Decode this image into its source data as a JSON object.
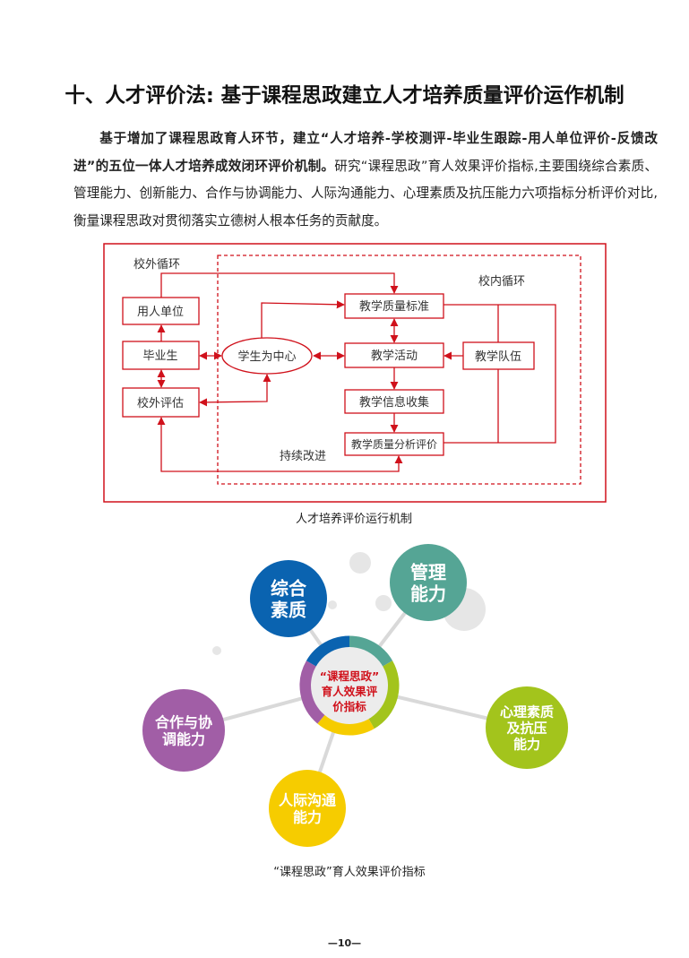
{
  "title": "十、人才评价法: 基于课程思政建立人才培养质量评价运作机制",
  "paragraph": {
    "bold": "基于增加了课程思政育人环节，建立“人才培养-学校测评-毕业生跟踪-用人单位评价-反馈改进”的五位一体人才培养成效闭环评价机制。",
    "normal": "研究“课程思政”育人效果评价指标,主要围绕综合素质、管理能力、创新能力、合作与协调能力、人际沟通能力、心理素质及抗压能力六项指标分析评价对比,衡量课程思政对贯彻落实立德树人根本任务的贡献度。"
  },
  "diagram1": {
    "outer_label": "校外循环",
    "inner_label": "校内循环",
    "improve_label": "持续改进",
    "employer": "用人单位",
    "graduate": "毕业生",
    "external_eval": "校外评估",
    "student_center": "学生为中心",
    "quality_standard": "教学质量标准",
    "teaching_activity": "教学活动",
    "info_collect": "教学信息收集",
    "quality_analysis": "教学质量分析评价",
    "teaching_team": "教学队伍",
    "caption": "人才培养评价运行机制",
    "color": "#d0111b"
  },
  "diagram2": {
    "center": [
      "“课程思政”",
      "育人效果评",
      "价指标"
    ],
    "nodes": [
      {
        "lines": [
          "综合",
          "素质"
        ],
        "color": "#0a63b0"
      },
      {
        "lines": [
          "管理",
          "能力"
        ],
        "color": "#55a595"
      },
      {
        "lines": [
          "心理素质",
          "及抗压",
          "能力"
        ],
        "color": "#a3c41c"
      },
      {
        "lines": [
          "人际沟通",
          "能力"
        ],
        "color": "#f6cc00"
      },
      {
        "lines": [
          "合作与协",
          "调能力"
        ],
        "color": "#a15ea6"
      }
    ],
    "caption": "“课程思政”育人效果评价指标"
  },
  "page_number": "—10—"
}
